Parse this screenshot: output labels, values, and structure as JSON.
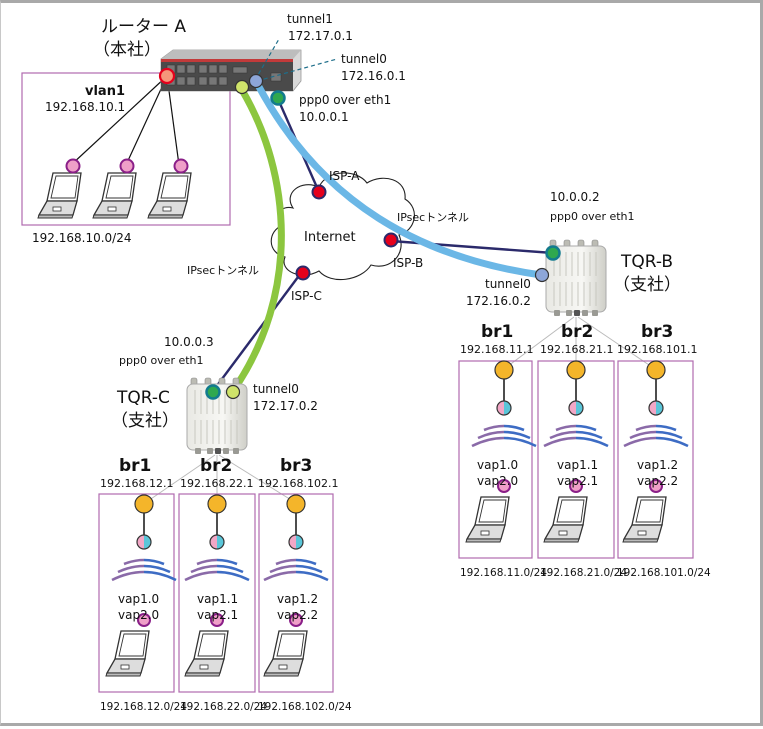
{
  "colors": {
    "green_tunnel": "#8cc63f",
    "blue_tunnel": "#6bb7e6",
    "ppp_line": "#2b2a6b",
    "isp_dot": "#e5001c",
    "box_border": "#b06aaf",
    "client_dot": "#ef9fc8",
    "client_dot_ring": "#8a1f88",
    "bridge_dot": "#f4b52a",
    "vap_pink": "#f2a7c6",
    "vap_cyan": "#5ac6d9",
    "ppp_dot": "#2fa84f",
    "ppp_dot_ring": "#127b8e",
    "tunnel0_dot_b": "#8da6d8",
    "tunnel1_dot": "#cfe36a",
    "vlan_dot": "#f5977a"
  },
  "router_a": {
    "name": "ルーター A",
    "site": "（本社）",
    "vlan": {
      "label": "vlan1",
      "ip": "192.168.10.1",
      "network": "192.168.10.0/24"
    },
    "tunnel1": {
      "label": "tunnel1",
      "ip": "172.17.0.1"
    },
    "tunnel0": {
      "label": "tunnel0",
      "ip": "172.16.0.1"
    },
    "ppp": {
      "label": "ppp0 over eth1",
      "ip": "10.0.0.1"
    }
  },
  "internet": {
    "label": "Internet",
    "isp": [
      "ISP-A",
      "ISP-B",
      "ISP-C"
    ],
    "ipsec_label_b": "IPsecトンネル",
    "ipsec_label_c": "IPsecトンネル"
  },
  "tqr_b": {
    "name": "TQR-B",
    "site": "（支社）",
    "ppp": {
      "ip": "10.0.0.2",
      "label": "ppp0 over eth1"
    },
    "tunnel0": {
      "label": "tunnel0",
      "ip": "172.16.0.2"
    },
    "bridges": [
      {
        "name": "br1",
        "ip": "192.168.11.1",
        "vap_a": "vap1.0",
        "vap_b": "vap2.0",
        "network": "192.168.11.0/24"
      },
      {
        "name": "br2",
        "ip": "192.168.21.1",
        "vap_a": "vap1.1",
        "vap_b": "vap2.1",
        "network": "192.168.21.0/24"
      },
      {
        "name": "br3",
        "ip": "192.168.101.1",
        "vap_a": "vap1.2",
        "vap_b": "vap2.2",
        "network": "192.168.101.0/24"
      }
    ]
  },
  "tqr_c": {
    "name": "TQR-C",
    "site": "（支社）",
    "ppp": {
      "ip": "10.0.0.3",
      "label": "ppp0 over eth1"
    },
    "tunnel0": {
      "label": "tunnel0",
      "ip": "172.17.0.2"
    },
    "bridges": [
      {
        "name": "br1",
        "ip": "192.168.12.1",
        "vap_a": "vap1.0",
        "vap_b": "vap2.0",
        "network": "192.168.12.0/24"
      },
      {
        "name": "br2",
        "ip": "192.168.22.1",
        "vap_a": "vap1.1",
        "vap_b": "vap2.1",
        "network": "192.168.22.0/24"
      },
      {
        "name": "br3",
        "ip": "192.168.102.1",
        "vap_a": "vap1.2",
        "vap_b": "vap2.2",
        "network": "192.168.102.0/24"
      }
    ]
  }
}
